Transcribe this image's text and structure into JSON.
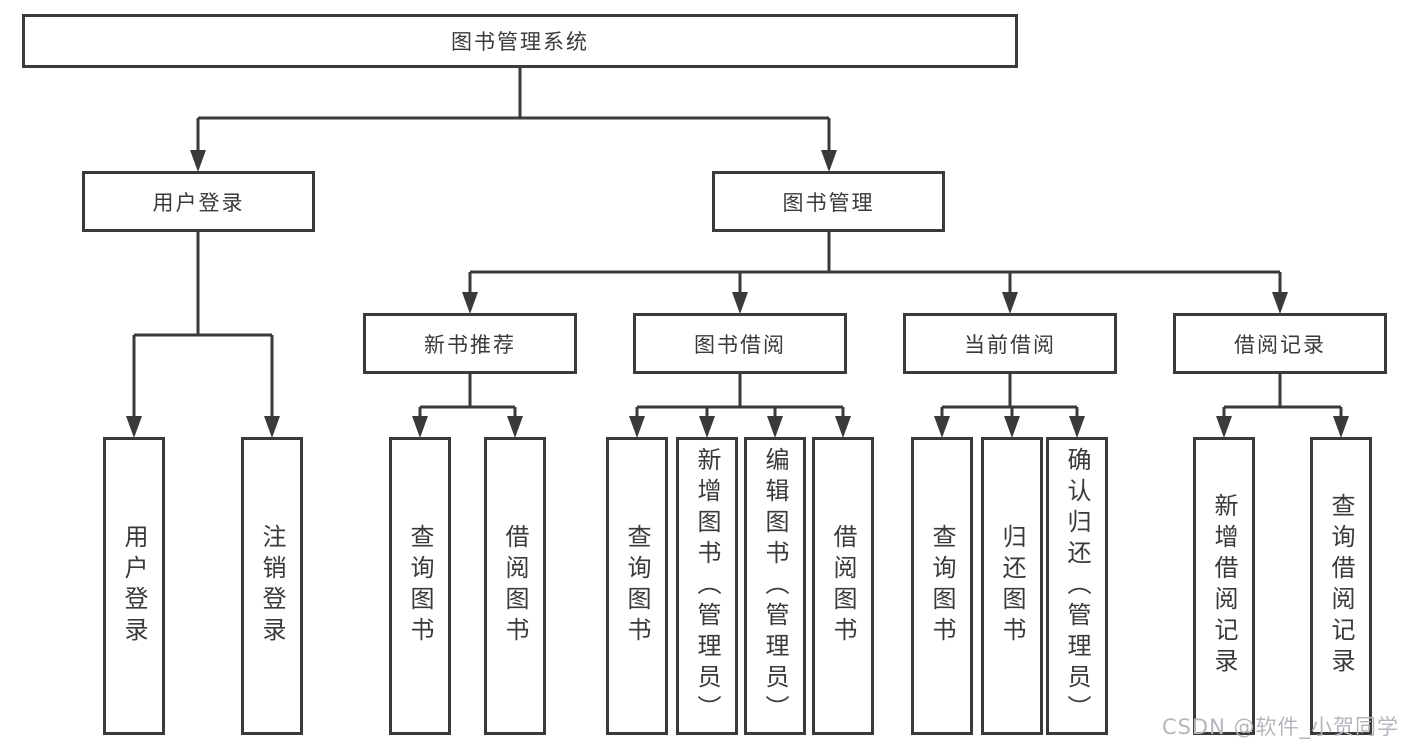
{
  "tree": {
    "root": "图书管理系统",
    "level2": [
      "用户登录",
      "图书管理"
    ],
    "level3": [
      "新书推荐",
      "图书借阅",
      "当前借阅",
      "借阅记录"
    ],
    "leaves": {
      "user_login": [
        "用户登录",
        "注销登录"
      ],
      "new_book": [
        "查询图书",
        "借阅图书"
      ],
      "borrow": [
        "查询图书",
        "新增图书（管理员）",
        "编辑图书（管理员）",
        "借阅图书"
      ],
      "current": [
        "查询图书",
        "归还图书",
        "确认归还（管理员）"
      ],
      "records": [
        "新增借阅记录",
        "查询借阅记录"
      ]
    }
  },
  "watermark": "CSDN @软件_小贺同学",
  "colors": {
    "line": "#3a3a3a",
    "text": "#3a3a3a",
    "watermark": "#b3b7bc",
    "bg": "#ffffff"
  }
}
